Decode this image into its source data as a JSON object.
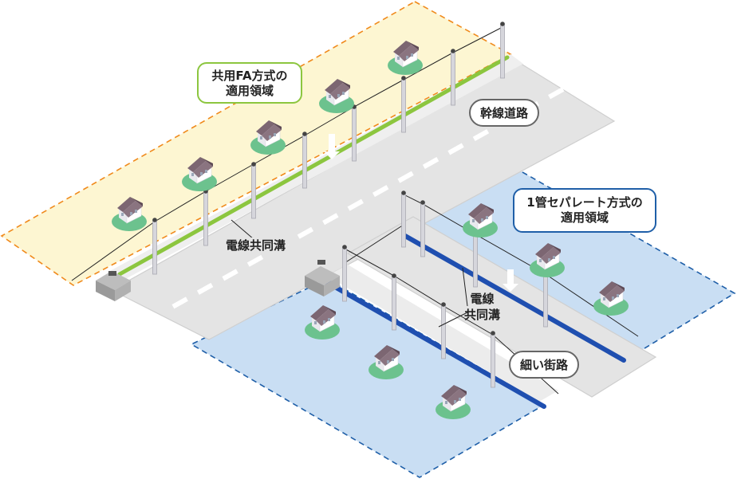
{
  "labels": {
    "fa_area_line1": "共用FA方式の",
    "fa_area_line2": "適用領域",
    "separate_area_line1": "1管セパレート方式の",
    "separate_area_line2": "適用領域",
    "trunk_road": "幹線道路",
    "trench_main": "電線共同溝",
    "trench_street_line1": "電線",
    "trench_street_line2": "共同溝",
    "narrow_street": "細い街路"
  },
  "colors": {
    "fa_area_fill": "#fdf6d2",
    "fa_area_border": "#f08a1c",
    "separate_area_fill": "#c9def3",
    "separate_area_border": "#1f5fa8",
    "road": "#e4e4e4",
    "road_edge": "#cfcfcf",
    "green_pipe": "#8cc63f",
    "blue_pipe": "#1f4fb0",
    "fa_label_border": "#8cc63f",
    "separate_label_border": "#1f5fa8",
    "house_base": "#6cc28e"
  }
}
